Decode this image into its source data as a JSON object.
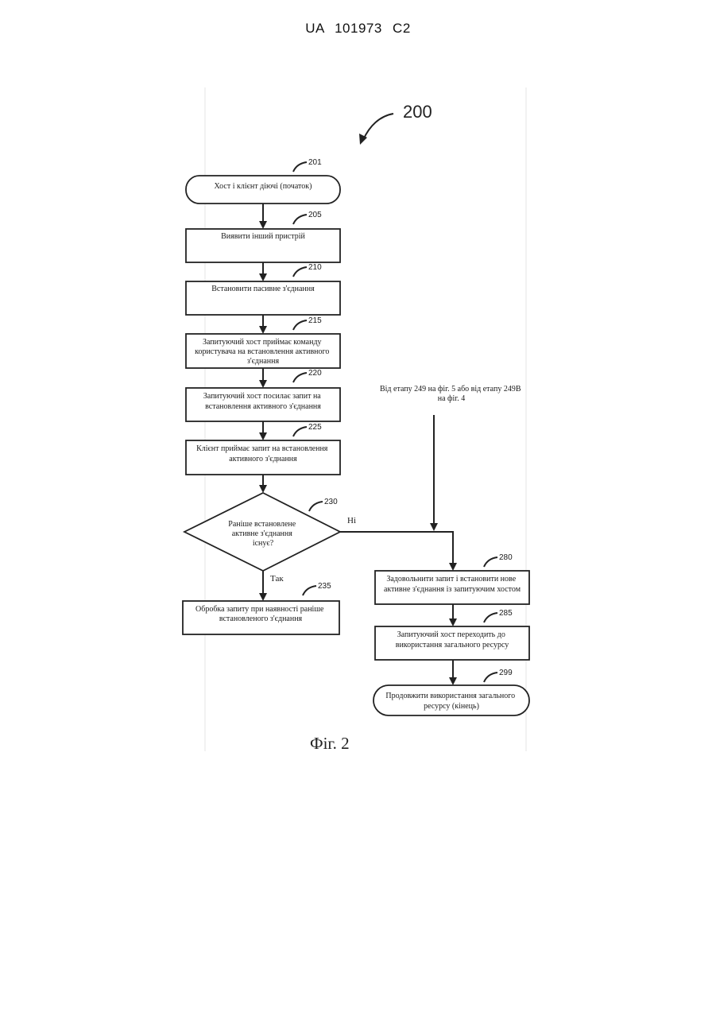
{
  "header": {
    "doc_id": "UA   101973   C2"
  },
  "diagram": {
    "ref_main": "200",
    "nodes": {
      "n201": {
        "ref": "201",
        "lines": [
          "Хост і клієнт діючі (початок)"
        ]
      },
      "n205": {
        "ref": "205",
        "lines": [
          "Виявити інший пристрій"
        ]
      },
      "n210": {
        "ref": "210",
        "lines": [
          "Встановити пасивне з'єднання"
        ]
      },
      "n215": {
        "ref": "215",
        "lines": [
          "Запитуючий хост приймає команду",
          "користувача на встановлення активного",
          "з'єднання"
        ]
      },
      "n220": {
        "ref": "220",
        "lines": [
          "Запитуючий хост посилає запит на",
          "встановлення активного з'єднання"
        ]
      },
      "n225": {
        "ref": "225",
        "lines": [
          "Клієнт приймає запит на встановлення",
          "активного з'єднання"
        ]
      },
      "n230": {
        "ref": "230",
        "lines": [
          "Раніше встановлене",
          "активне з'єднання",
          "існує?"
        ]
      },
      "n235": {
        "ref": "235",
        "lines": [
          "Обробка запиту при наявності раніше",
          "встановленого з'єднання"
        ]
      },
      "n280": {
        "ref": "280",
        "lines": [
          "Задовольнити запит і встановити нове",
          "активне з'єднання із запитуючим хостом"
        ]
      },
      "n285": {
        "ref": "285",
        "lines": [
          "Запитуючий хост переходить до",
          "використання загального ресурсу"
        ]
      },
      "n299": {
        "ref": "299",
        "lines": [
          "Продовжити використання загального",
          "ресурсу (кінець)"
        ]
      }
    },
    "external_input": [
      "Від етапу 249 на фіг. 5 або від етапу 249В",
      "на фіг. 4"
    ],
    "edge_no": "Ні",
    "edge_yes": "Так",
    "figure_caption": "Фіг. 2"
  }
}
